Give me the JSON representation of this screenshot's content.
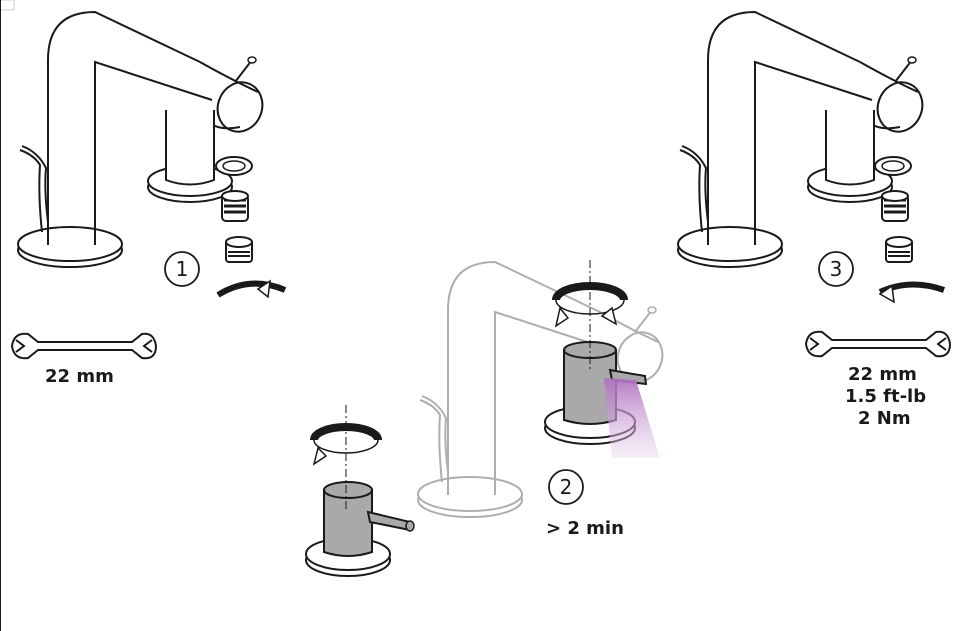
{
  "steps": [
    {
      "number": "1"
    },
    {
      "number": "2",
      "duration": "> 2 min"
    },
    {
      "number": "3"
    }
  ],
  "wrench_left": {
    "size": "22 mm"
  },
  "wrench_right": {
    "size": "22 mm",
    "torque_ftlb": "1.5 ft-lb",
    "torque_nm": "2 Nm"
  },
  "colors": {
    "line": "#1a1a1a",
    "faded": "#b5b5b5",
    "body_gray": "#a9a9a9",
    "water": "#c79ad0"
  },
  "icons": [
    "faucet-icon",
    "aerator-icon",
    "wrench-icon",
    "rotate-arrow-icon",
    "water-stream-icon"
  ]
}
